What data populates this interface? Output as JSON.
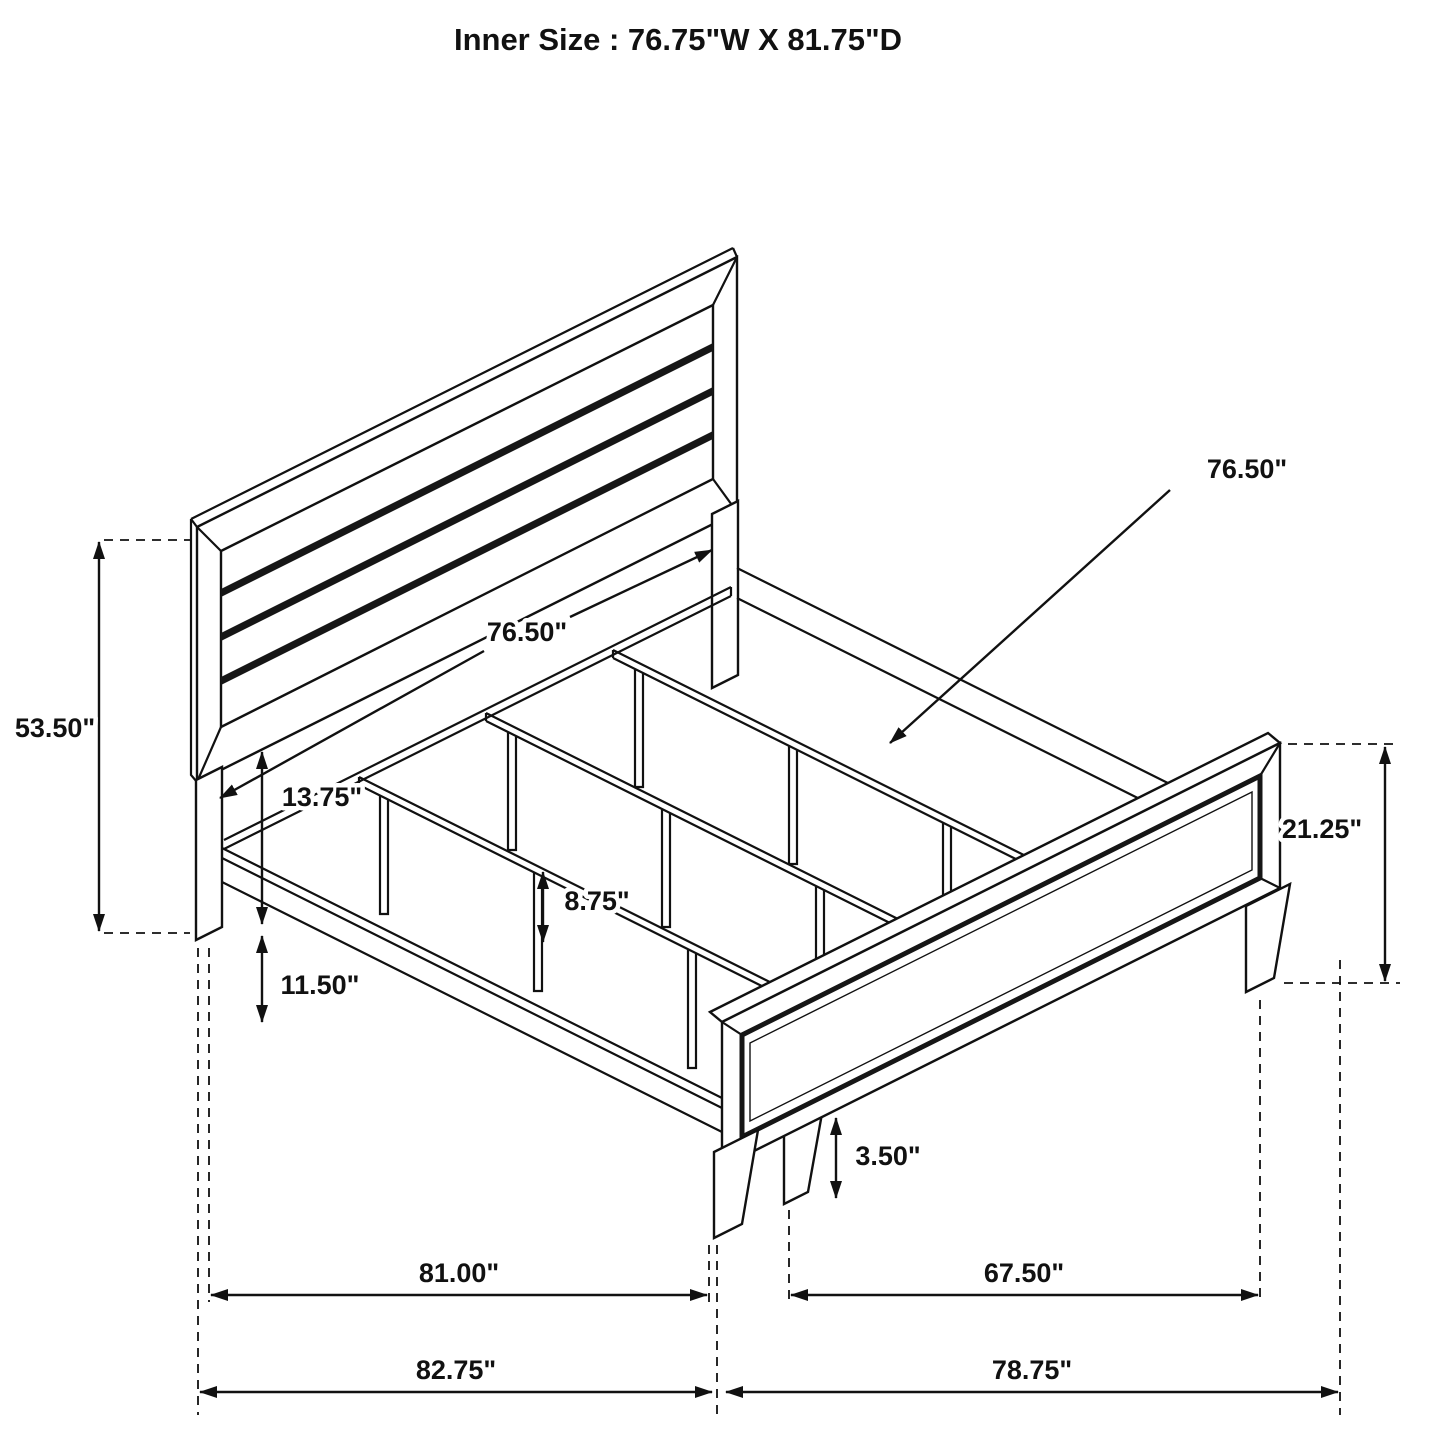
{
  "title": "Inner Size : 76.75\"W X 81.75\"D",
  "colors": {
    "line": "#111111",
    "background": "#ffffff",
    "panel_gap": "#161616"
  },
  "dimensions": {
    "headboard_height": "53.50\"",
    "headboard_width": "76.50\"",
    "slat_rail_length": "76.50\"",
    "floor_to_headboard_panel": "13.75\"",
    "floor_to_side_rail": "11.50\"",
    "support_leg_height": "8.75\"",
    "footboard_height": "21.25\"",
    "footboard_foot_height": "3.50\"",
    "side_rail_length": "81.00\"",
    "footboard_foot_span": "67.50\"",
    "overall_depth": "82.75\"",
    "overall_width": "78.75\""
  }
}
